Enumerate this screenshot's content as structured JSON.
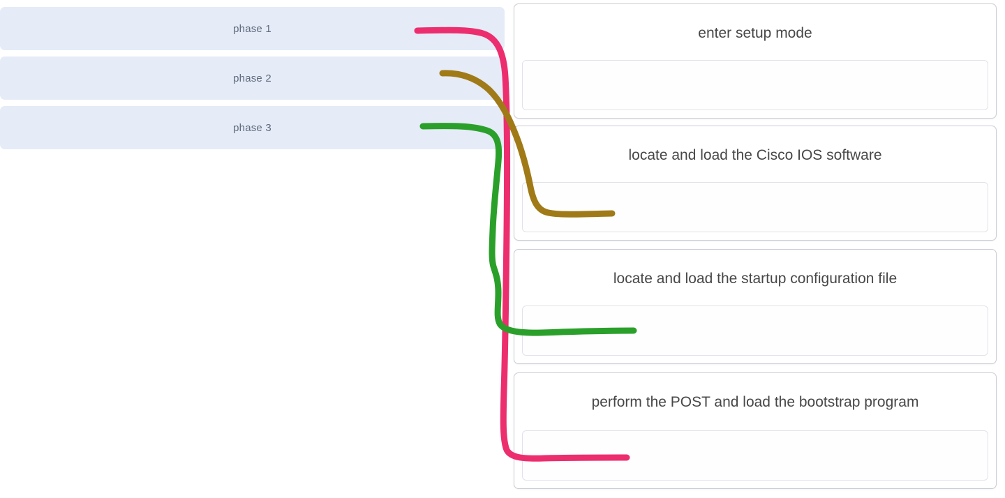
{
  "activity": {
    "type": "drag-and-drop-matching",
    "title": "",
    "instruction": ""
  },
  "phase_column": {
    "items": [
      {
        "id": "phase-1",
        "label": "phase 1"
      },
      {
        "id": "phase-2",
        "label": "phase 2"
      },
      {
        "id": "phase-3",
        "label": "phase 3"
      }
    ]
  },
  "target_column": {
    "cards": [
      {
        "id": "target-1",
        "title": "enter setup mode",
        "dropzone_value": ""
      },
      {
        "id": "target-2",
        "title": "locate and load the Cisco IOS software",
        "dropzone_value": ""
      },
      {
        "id": "target-3",
        "title": "locate and load the startup configuration file",
        "dropzone_value": ""
      },
      {
        "id": "target-4",
        "title": "perform the POST and load the bootstrap program",
        "dropzone_value": ""
      }
    ]
  },
  "connectors": [
    {
      "id": "connector-phase-1",
      "from": "phase 1",
      "to": "perform the POST and load the bootstrap program",
      "color": "#ec2e6e",
      "stroke_width": 9
    },
    {
      "id": "connector-phase-2",
      "from": "phase 2",
      "to": "locate and load the Cisco IOS software",
      "color": "#a07a17",
      "stroke_width": 9
    },
    {
      "id": "connector-phase-3",
      "from": "phase 3",
      "to": "locate and load the startup configuration file",
      "color": "#2aa02a",
      "stroke_width": 9
    }
  ],
  "colors": {
    "tile_background": "#e5ebf7",
    "tile_text": "#5f6b7d",
    "card_border": "#c9cdd4",
    "card_title_text": "#474747",
    "dropzone_border": "#e1e2ea",
    "page_background": "#ffffff"
  }
}
